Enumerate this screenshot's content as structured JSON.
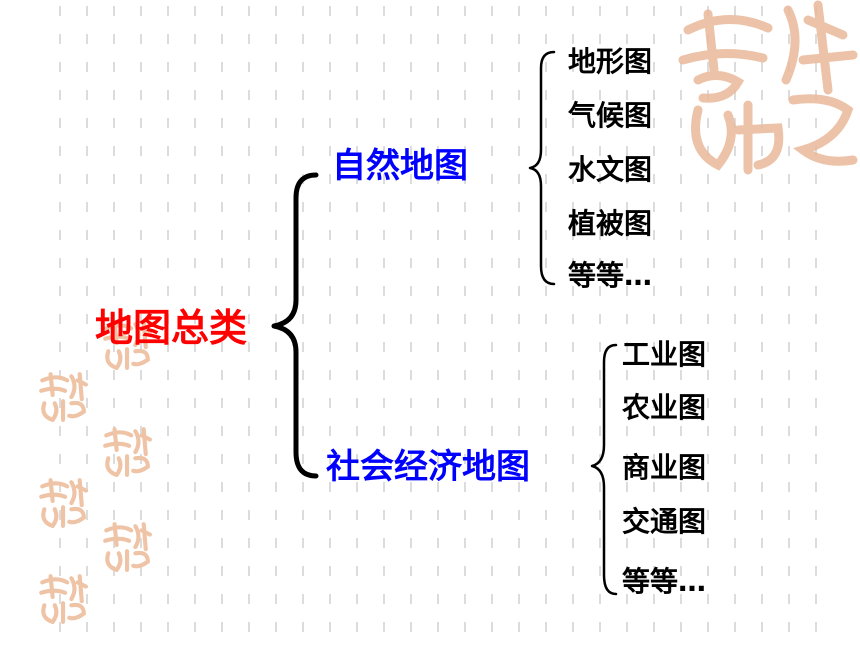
{
  "diagram": {
    "root": {
      "label": "地图总类"
    },
    "branches": [
      {
        "label": "自然地图",
        "children": [
          "地形图",
          "气候图",
          "水文图",
          "植被图",
          "等等…"
        ]
      },
      {
        "label": "社会经济地图",
        "children": [
          "工业图",
          "农业图",
          "商业图",
          "交通图",
          "等等…"
        ]
      }
    ]
  },
  "colors": {
    "root": "#ff0000",
    "branch": "#0000ff",
    "leaf": "#000000",
    "bracket": "#000000",
    "dash": "#dcdcdc",
    "seal": "#e9b99a"
  },
  "decorations": {
    "background": "dashed-vertical-lines",
    "seal_icon": "auspicious-seal-icon"
  }
}
